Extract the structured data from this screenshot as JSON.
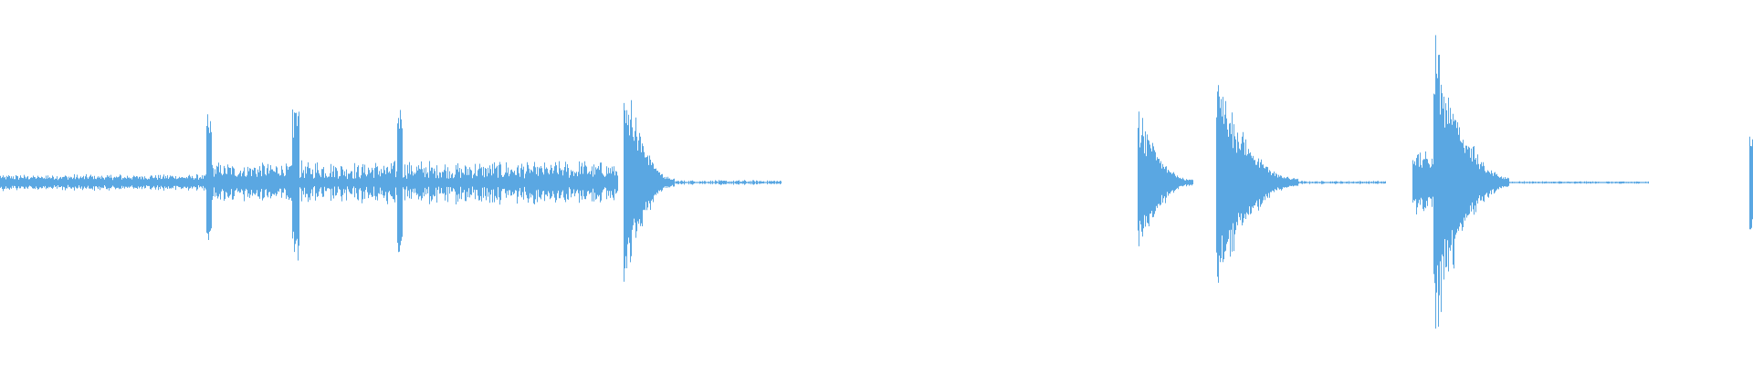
{
  "waveform": {
    "color": "#5aa7e2",
    "background": "#ffffff",
    "duration": 1,
    "amplitude_range": [
      -1,
      1
    ],
    "segments": [
      {
        "name": "low-noise-intro",
        "start": 0.0,
        "end": 0.118,
        "level": 0.05,
        "noise": 0.6,
        "decay": 0
      },
      {
        "name": "onset-1",
        "start": 0.118,
        "end": 0.12,
        "level": 0.42,
        "noise": 0.3,
        "decay": 0
      },
      {
        "name": "dense-section-1",
        "start": 0.12,
        "end": 0.167,
        "level": 0.12,
        "noise": 0.7,
        "decay": 0
      },
      {
        "name": "onset-2",
        "start": 0.167,
        "end": 0.17,
        "level": 0.5,
        "noise": 0.3,
        "decay": 0
      },
      {
        "name": "dense-section-2",
        "start": 0.17,
        "end": 0.352,
        "level": 0.13,
        "noise": 0.8,
        "decay": 0
      },
      {
        "name": "spike-mid",
        "start": 0.227,
        "end": 0.229,
        "level": 0.44,
        "noise": 0.2,
        "decay": 0
      },
      {
        "name": "tail-1",
        "start": 0.3,
        "end": 0.352,
        "level": 0.07,
        "noise": 0.6,
        "decay": 0
      },
      {
        "name": "hit-1",
        "start": 0.356,
        "end": 0.384,
        "level": 0.72,
        "noise": 0.4,
        "decay": 1
      },
      {
        "name": "faint-1",
        "start": 0.384,
        "end": 0.445,
        "level": 0.015,
        "noise": 1.0,
        "decay": 0
      },
      {
        "name": "hit-2",
        "start": 0.649,
        "end": 0.68,
        "level": 0.48,
        "noise": 0.4,
        "decay": 1
      },
      {
        "name": "hit-3",
        "start": 0.694,
        "end": 0.74,
        "level": 0.7,
        "noise": 0.4,
        "decay": 1
      },
      {
        "name": "faint-2",
        "start": 0.74,
        "end": 0.79,
        "level": 0.01,
        "noise": 1.0,
        "decay": 0
      },
      {
        "name": "hit-4-pre",
        "start": 0.806,
        "end": 0.818,
        "level": 0.2,
        "noise": 0.5,
        "decay": 0
      },
      {
        "name": "hit-4",
        "start": 0.818,
        "end": 0.86,
        "level": 0.98,
        "noise": 0.4,
        "decay": 1
      },
      {
        "name": "faint-3",
        "start": 0.86,
        "end": 0.94,
        "level": 0.008,
        "noise": 1.0,
        "decay": 0
      },
      {
        "name": "end-click",
        "start": 0.998,
        "end": 1.0,
        "level": 0.3,
        "noise": 0.1,
        "decay": 0
      }
    ]
  }
}
